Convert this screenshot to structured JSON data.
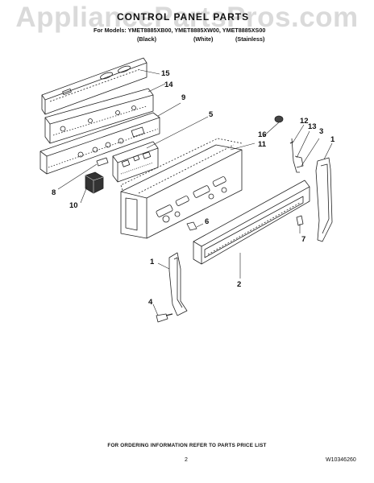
{
  "watermark": "AppliancePartsPros.com",
  "title": "CONTROL PANEL PARTS",
  "models_line": "For Models: YMET8885XB00, YMET8885XW00, YMET8885XS00",
  "colors": [
    "(Black)",
    "(White)",
    "(Stainless)"
  ],
  "callouts": [
    "15",
    "14",
    "9",
    "5",
    "16",
    "11",
    "12",
    "13",
    "3",
    "1",
    "8",
    "10",
    "6",
    "7",
    "1",
    "2",
    "4"
  ],
  "footer": "FOR ORDERING INFORMATION REFER TO PARTS PRICE LIST",
  "page_number": "2",
  "document_number": "W10346260"
}
